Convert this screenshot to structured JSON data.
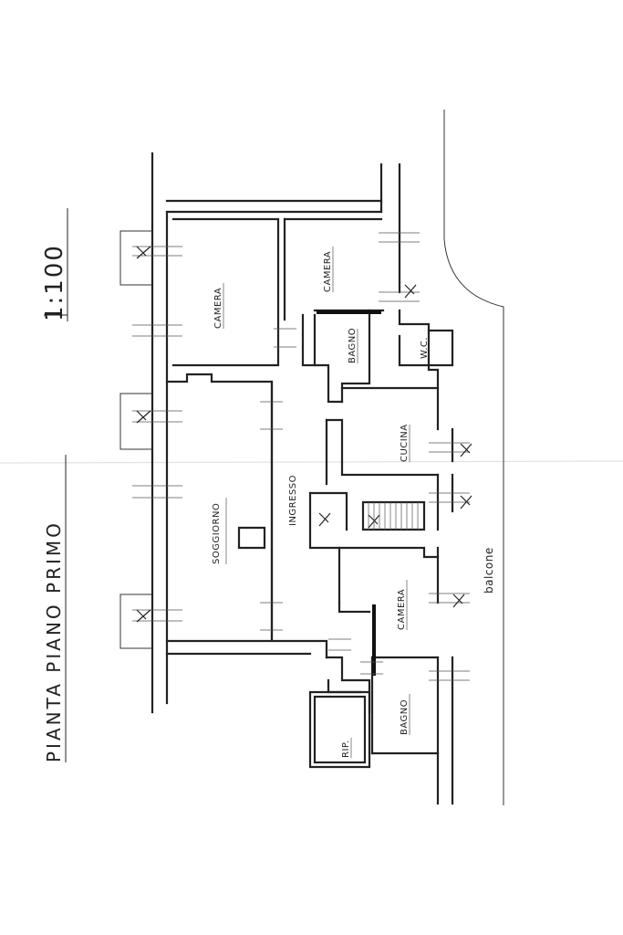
{
  "title": "PIANTA PIANO PRIMO",
  "scale": "1:100",
  "rooms": {
    "camera_1": "CAMERA",
    "camera_2": "CAMERA",
    "bagno_1": "BAGNO",
    "wc": "W.C.",
    "soggiorno": "SOGGIORNO",
    "ingresso": "INGRESSO",
    "cucina": "CUCINA",
    "camera_3": "CAMERA",
    "rip": "RIP.",
    "bagno_2": "BAGNO",
    "balcone": "balcone"
  }
}
